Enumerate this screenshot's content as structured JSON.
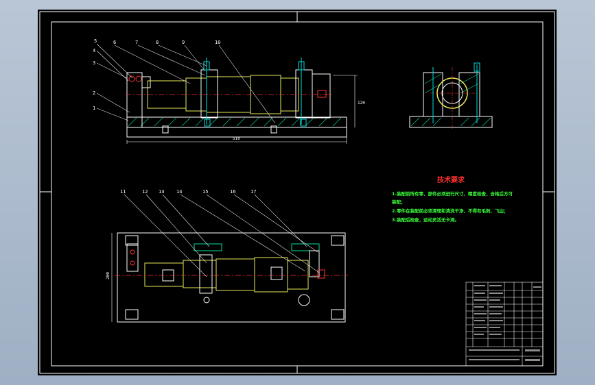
{
  "drawing": {
    "tech_title": "技术要求",
    "notes": [
      "1.装配前所有零、部件必须进行尺寸、精度检查，合格后方可",
      "  装配；",
      "2.零件在装配前必须清理和清洗干净，不得有毛刺、飞边；",
      "3.装配后检查，运动灵活无卡滞。"
    ],
    "dimensions": {
      "overall_length": "510",
      "height": "120",
      "width": "200"
    },
    "balloons_top": [
      "5",
      "6",
      "7",
      "8",
      "9",
      "10"
    ],
    "balloons_left": [
      "4",
      "3",
      "2",
      "1"
    ],
    "balloons_plan": [
      "11",
      "12",
      "13",
      "14",
      "15",
      "16",
      "17"
    ]
  },
  "colors": {
    "background": "#000000",
    "outline": "#ffffff",
    "part": "#e8e85a",
    "hatch": "#00e0a0",
    "bolt": "#00e0e0",
    "center": "#ff3030",
    "leader": "#e0e0e0",
    "text": "#3cff3c"
  }
}
